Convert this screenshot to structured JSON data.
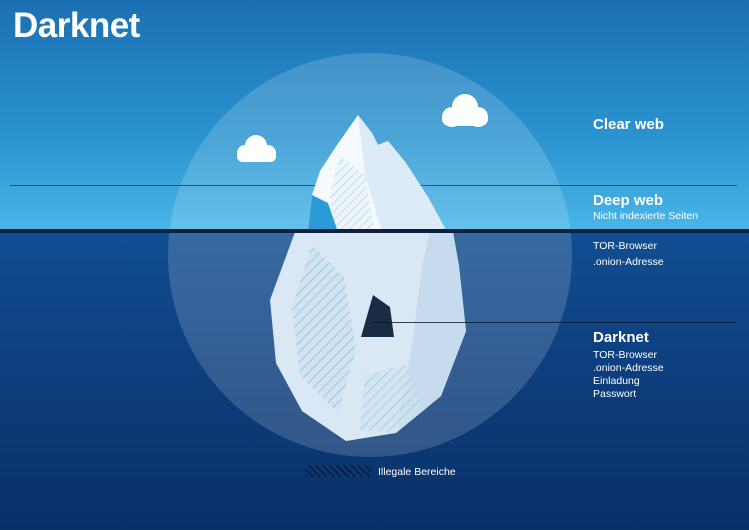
{
  "title": "Darknet",
  "zones": {
    "clear_web": {
      "label": "Clear web"
    },
    "deep_web": {
      "label": "Deep web",
      "subtitle": "Nicht indexierte Seiten",
      "items": [
        "TOR-Browser",
        ".onion-Adresse"
      ]
    },
    "darknet": {
      "label": "Darknet",
      "items": [
        "TOR-Browser",
        ".onion-Adresse",
        "Einladung",
        "Passwort"
      ]
    }
  },
  "legend": {
    "label": "Illegale Bereiche"
  },
  "colors": {
    "sky_top": "#1b6fb3",
    "sky_bottom": "#49b6e9",
    "sea_top": "#114e92",
    "sea_bottom": "#0a3068",
    "waterline": "#0b203d",
    "iceberg_above": "#f6fafd",
    "iceberg_below": "#d9e8f4",
    "accent_blue_facet": "#2b9bd7",
    "text": "#ffffff"
  }
}
